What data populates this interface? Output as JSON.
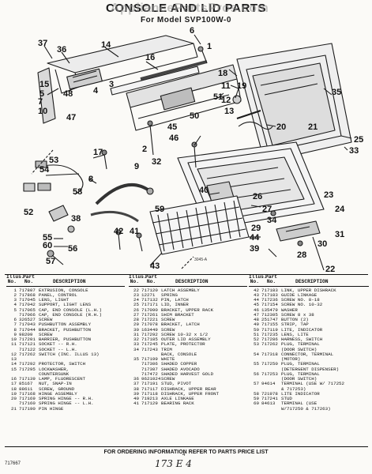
{
  "header": {
    "title": "CONSOLE AND LID PARTS",
    "subtitle": "For Model SVP100W-0",
    "watermark": "AppliancePartsPros.com"
  },
  "diagram": {
    "callouts": [
      "37",
      "36",
      "6",
      "1",
      "14",
      "16",
      "15",
      "5",
      "4",
      "3",
      "48",
      "7",
      "10",
      "47",
      "51",
      "50",
      "45",
      "46",
      "2",
      "18",
      "11",
      "12",
      "13",
      "19",
      "35",
      "20",
      "21",
      "25",
      "33",
      "26",
      "27",
      "29",
      "23",
      "22",
      "53",
      "54",
      "58",
      "52",
      "38",
      "55",
      "60",
      "56",
      "57",
      "17",
      "8",
      "32",
      "40",
      "41",
      "42",
      "43",
      "44",
      "39",
      "59",
      "34",
      "31",
      "28",
      "30",
      "24",
      "9"
    ],
    "art_code": "3045-A"
  },
  "table": {
    "header_row1": [
      "Illus.",
      "Part"
    ],
    "header_row2": [
      "No.",
      "No.",
      "DESCRIPTION"
    ],
    "col1": [
      [
        "1",
        "717807",
        "EXTRUSION, CONSOLE"
      ],
      [
        "2",
        "717868",
        "PANEL, CONTROL"
      ],
      [
        "3",
        "717045",
        "LENS, LIGHT"
      ],
      [
        "4",
        "717042",
        "SUPPORT, LIGHT LENS"
      ],
      [
        "5",
        "717065",
        "CAP, END CONSOLE (L.H.)"
      ],
      [
        "",
        "717066",
        "CAP, END CONSOLE (R.H.)"
      ],
      [
        "6",
        "326527",
        "SCREW"
      ],
      [
        "7",
        "717043",
        "PUSHBUTTON ASSEMBLY"
      ],
      [
        "8",
        "717044",
        "BRACKET, PUSHBUTTON"
      ],
      [
        "9",
        "98209",
        "SCREW"
      ],
      [
        "10",
        "717201",
        "BARRIER, PUSHBUTTON"
      ],
      [
        "11",
        "717121",
        "SOCKET -- R.H."
      ],
      [
        "",
        "717122",
        "SOCKET -- L.H."
      ],
      [
        "12",
        "717262",
        "SWITCH (INC. ILLUS 13)"
      ],
      [
        "13",
        "",
        ""
      ],
      [
        "14",
        "717292",
        "PROTECTOR, SWITCH"
      ],
      [
        "15",
        "717295",
        "LOCKWASHER,"
      ],
      [
        "",
        "",
        "COUNTERSUNK"
      ],
      [
        "16",
        "717139",
        "LAMP, FLUORESCENT"
      ],
      [
        "17",
        "85167",
        "NUT, SNAP-IN"
      ],
      [
        "18",
        "88611",
        "SCREW, GROUND"
      ],
      [
        "19",
        "717168",
        "HINGE ASSEMBLY"
      ],
      [
        "20",
        "717169",
        "SPRING HINGE -- R.H."
      ],
      [
        "",
        "717160",
        "SPRING HINGE -- L.H."
      ],
      [
        "21",
        "717190",
        "PIN HINGE"
      ]
    ],
    "col2": [
      [
        "22",
        "717120",
        "LATCH ASSEMBLY"
      ],
      [
        "23",
        "12271",
        "SPRING"
      ],
      [
        "24",
        "717132",
        "PIN, LATCH"
      ],
      [
        "25",
        "717171",
        "LID, INNER"
      ],
      [
        "26",
        "717090",
        "BRACKET, UPPER RACK"
      ],
      [
        "27",
        "717261",
        "SHIM BRACKET"
      ],
      [
        "28",
        "717221",
        "SCREW"
      ],
      [
        "29",
        "717078",
        "BRACKET, LATCH"
      ],
      [
        "30",
        "163449",
        "SCREW"
      ],
      [
        "31",
        "717292",
        "SCREW 10-32 x 1/2"
      ],
      [
        "32",
        "717185",
        "OUTER LID ASSEMBLY"
      ],
      [
        "33",
        "717245",
        "PLATE, PROTECTOR"
      ],
      [
        "34",
        "717243",
        "TRIM"
      ],
      [
        "",
        "",
        "BACK, CONSOLE"
      ],
      [
        "35",
        "717199",
        "WHITE"
      ],
      [
        "",
        "717306",
        "SHADED COPPER"
      ],
      [
        "",
        "717307",
        "SHADED AVOCADO"
      ],
      [
        "",
        "717472",
        "SHADED HARVEST GOLD"
      ],
      [
        "36",
        "9621024",
        "SCREW"
      ],
      [
        "37",
        "717191",
        "STUD, PIVOT"
      ],
      [
        "38",
        "717117",
        "DISHRACK, UPPER REAR"
      ],
      [
        "39",
        "717118",
        "DISHRACK, UPPER FRONT"
      ],
      [
        "40",
        "719213",
        "AXLE LINKAGE"
      ],
      [
        "41",
        "717129",
        "BEARING RACK"
      ]
    ],
    "col3": [
      [
        "42",
        "717183",
        "LINK, UPPER DISHRACK"
      ],
      [
        "43",
        "717183",
        "GUIDE LINKAGE"
      ],
      [
        "44",
        "717236",
        "SCREW NO. 8-18"
      ],
      [
        "45",
        "717154",
        "SCREW NO. 10-32"
      ],
      [
        "46",
        "135479",
        "WASHER"
      ],
      [
        "47",
        "712305",
        "SCREW 8 x 38"
      ],
      [
        "48",
        "251747",
        "BUTTON (2)"
      ],
      [
        "49",
        "717155",
        "STRIP, TAP"
      ],
      [
        "50",
        "717119",
        "LITE, INDICATOR"
      ],
      [
        "51",
        "717235",
        "LENS, LITE"
      ],
      [
        "52",
        "717286",
        "HARNESS, SWITCH"
      ],
      [
        "53",
        "717262",
        "PLUG, TERMINAL"
      ],
      [
        "",
        "",
        "(DOOR SWITCH)"
      ],
      [
        "54",
        "717318",
        "CONNECTOR, TERMINAL"
      ],
      [
        "",
        "",
        "(MOTOR)"
      ],
      [
        "55",
        "717250",
        "PLUG, TERMINAL"
      ],
      [
        "",
        "",
        "(DETERGENT DISPENSER)"
      ],
      [
        "56",
        "717253",
        "PLUG, TERMINAL"
      ],
      [
        "",
        "",
        "(DOOR SWITCH)"
      ],
      [
        "57",
        "94614",
        "TERMINAL (USE W/ 717252"
      ],
      [
        "",
        "",
        "& 717253)"
      ],
      [
        "58",
        "721978",
        "LITE INDICATOR"
      ],
      [
        "59",
        "717241",
        "STUD"
      ],
      [
        "60",
        "84613",
        "TERMINAL (USE"
      ],
      [
        "",
        "",
        "W/717250 & 717263)"
      ]
    ]
  },
  "footer": {
    "note": "FOR ORDERING INFORMATION REFER TO PARTS PRICE LIST",
    "doc_code": "717667",
    "page": "4",
    "handwriting": "173 E 4"
  }
}
